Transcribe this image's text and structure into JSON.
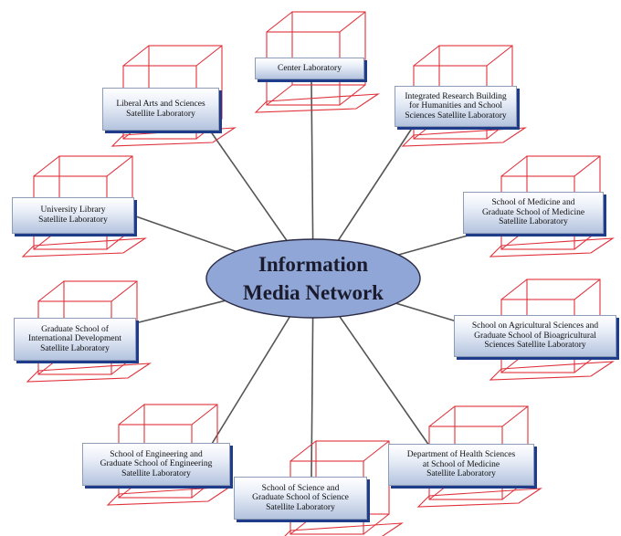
{
  "hub": {
    "title_line1": "Information",
    "title_line2": "Media Network"
  },
  "nodes": [
    {
      "id": "center",
      "lines": [
        "Center Laboratory"
      ]
    },
    {
      "id": "integrated-research",
      "lines": [
        "Integrated Research Building",
        "for Humanities and School",
        "Sciences Satellite Laboratory"
      ]
    },
    {
      "id": "medicine",
      "lines": [
        "School of Medicine and",
        "Graduate School of Medicine",
        "Satellite Laboratory"
      ]
    },
    {
      "id": "agricultural",
      "lines": [
        "School on Agricultural Sciences and",
        "Graduate School of Bioagricultural",
        "Sciences Satellite Laboratory"
      ]
    },
    {
      "id": "health-sciences",
      "lines": [
        "Department of Health Sciences",
        "at School of Medicine",
        "Satellite Laboratory"
      ]
    },
    {
      "id": "science",
      "lines": [
        "School of Science and",
        "Graduate School of Science",
        "Satellite Laboratory"
      ]
    },
    {
      "id": "engineering",
      "lines": [
        "School of Engineering and",
        "Graduate School of Engineering",
        "Satellite Laboratory"
      ]
    },
    {
      "id": "international-development",
      "lines": [
        "Graduate School of",
        "International Development",
        "Satellite Laboratory"
      ]
    },
    {
      "id": "university-library",
      "lines": [
        "University Library",
        "Satellite Laboratory"
      ]
    },
    {
      "id": "liberal-arts",
      "lines": [
        "Liberal Arts and Sciences",
        "Satellite Laboratory"
      ]
    }
  ],
  "colors": {
    "hub_fill": "#8fa6d6",
    "hub_stroke": "#2b2b44",
    "connector": "#555555",
    "box_wireframe": "#e0303a",
    "label_shadow": "#1f3c8a"
  }
}
